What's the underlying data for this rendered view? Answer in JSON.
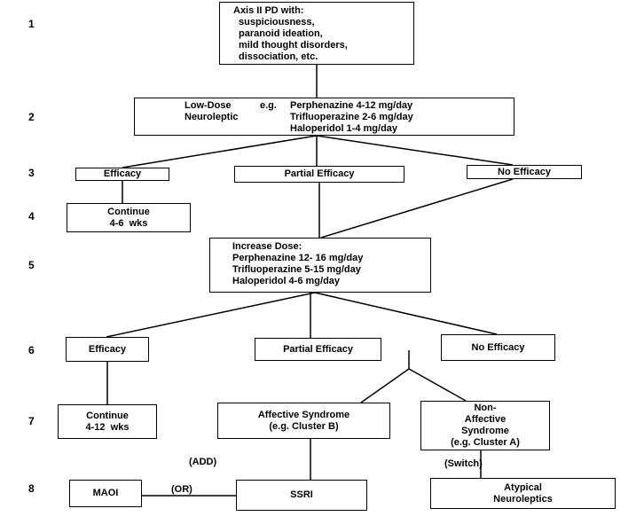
{
  "steps": [
    "1",
    "2",
    "3",
    "4",
    "5",
    "6",
    "7",
    "8"
  ],
  "box1": [
    "Axis II PD with:",
    "suspiciousness,",
    "paranoid ideation,",
    "mild thought disorders,",
    "dissociation, etc."
  ],
  "box2": {
    "left": [
      "Low-Dose",
      "Neuroleptic"
    ],
    "eg": "e.g.",
    "drugs": [
      "Perphenazine 4-12 mg/day",
      "Trifluoperazine 2-6 mg/day",
      "Haloperidol 1-4 mg/day"
    ]
  },
  "row3": {
    "efficacy": "Efficacy",
    "partial": "Partial Efficacy",
    "none": "No Efficacy"
  },
  "box4": [
    "Continue",
    "4-6  wks"
  ],
  "box5": [
    "Increase Dose:",
    "Perphenazine 12- 16 mg/day",
    "Trifluoperazine 5-15 mg/day",
    "Haloperidol 4-6 mg/day"
  ],
  "row6": {
    "efficacy": "Efficacy",
    "partial": "Partial Efficacy",
    "none": "No Efficacy"
  },
  "box7a": [
    "Continue",
    "4-12  wks"
  ],
  "box7b": [
    "Affective Syndrome",
    "(e.g. Cluster B)"
  ],
  "box7c": [
    "Non-",
    "Affective",
    "Syndrome",
    "(e.g. Cluster A)"
  ],
  "notes": {
    "add": "(ADD)",
    "switch": "(Switch)",
    "or": "(OR)"
  },
  "row8": {
    "maoi": "MAOI",
    "ssri": "SSRI",
    "atypical": [
      "Atypical",
      "Neuroleptics"
    ]
  }
}
